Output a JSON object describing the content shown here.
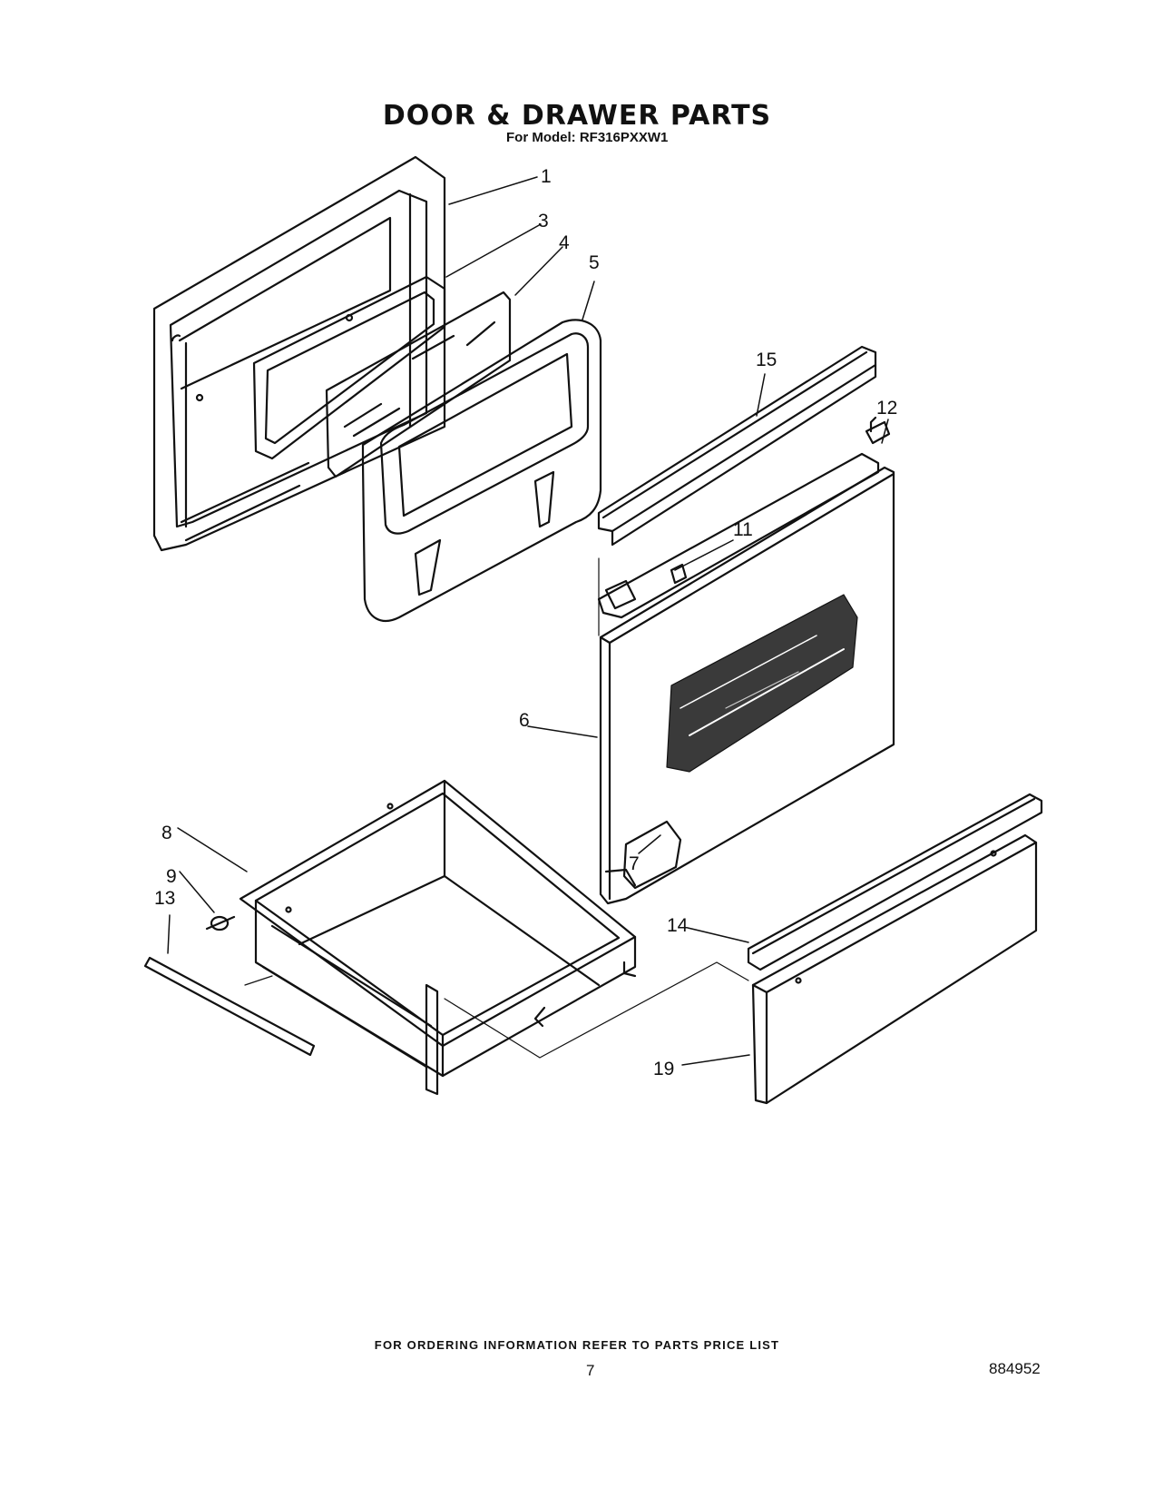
{
  "header": {
    "title": "DOOR & DRAWER PARTS",
    "subtitle": "For Model: RF316PXXW1"
  },
  "callouts": [
    "1",
    "3",
    "4",
    "5",
    "15",
    "12",
    "11",
    "6",
    "7",
    "8",
    "9",
    "13",
    "14",
    "19"
  ],
  "footer": {
    "ordering_note": "FOR ORDERING INFORMATION REFER TO PARTS PRICE LIST",
    "page_number": "7",
    "document_number": "884952"
  }
}
